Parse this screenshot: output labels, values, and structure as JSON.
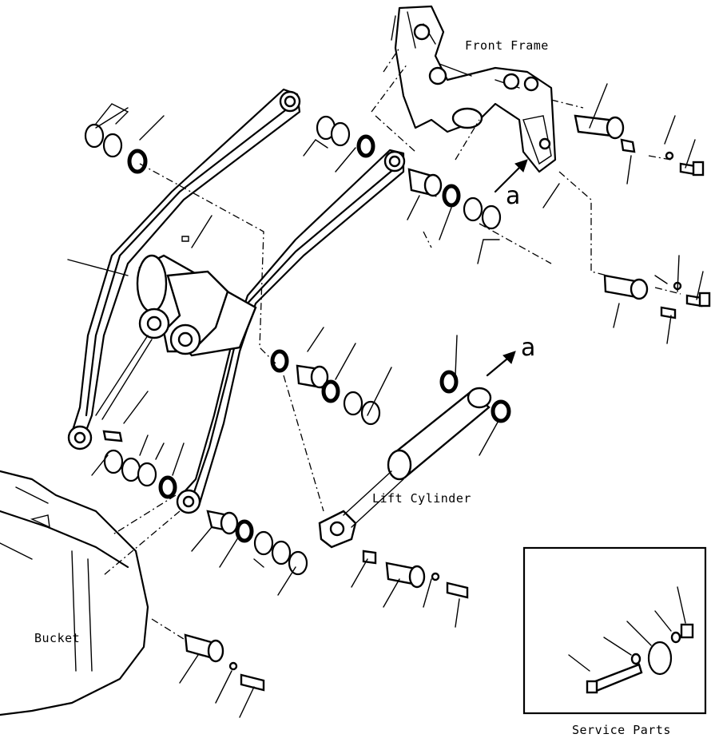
{
  "labels": {
    "front_frame": "Front Frame",
    "lift_cylinder": "Lift Cylinder",
    "bucket": "Bucket",
    "service_parts": "Service Parts",
    "ref_a_upper": "a",
    "ref_a_lower": "a"
  }
}
